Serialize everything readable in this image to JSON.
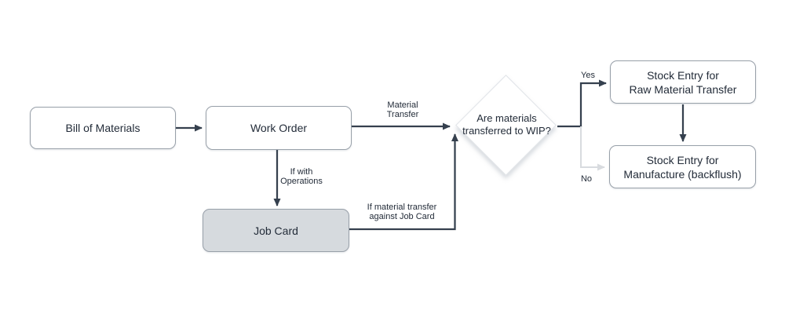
{
  "colors": {
    "bg": "#ffffff",
    "node_border": "#98a0a9",
    "node_fill": "#ffffff",
    "jobcard_fill": "#d6dade",
    "diamond_border": "#e1e4e8",
    "line_dark": "#35404e",
    "line_light": "#d8dbdf",
    "text": "#232c39"
  },
  "nodes": {
    "bill_of_materials": {
      "lines": [
        "Bill of Materials"
      ]
    },
    "work_order": {
      "lines": [
        "Work Order"
      ]
    },
    "job_card": {
      "lines": [
        "Job Card"
      ]
    },
    "decision_wip": {
      "lines": [
        "Are materials",
        "transferred to WIP?"
      ]
    },
    "stock_entry_raw": {
      "lines": [
        "Stock Entry for",
        "Raw Material Transfer"
      ]
    },
    "stock_entry_mfg": {
      "lines": [
        "Stock Entry for",
        "Manufacture (backflush)"
      ]
    }
  },
  "edge_labels": {
    "material_transfer": {
      "lines": [
        "Material",
        "Transfer"
      ]
    },
    "if_with_operations": {
      "lines": [
        "If with",
        "Operations"
      ]
    },
    "if_material_transfer": {
      "lines": [
        "If material transfer",
        "against Job Card"
      ]
    },
    "yes": {
      "lines": [
        "Yes"
      ]
    },
    "no": {
      "lines": [
        "No"
      ]
    }
  }
}
